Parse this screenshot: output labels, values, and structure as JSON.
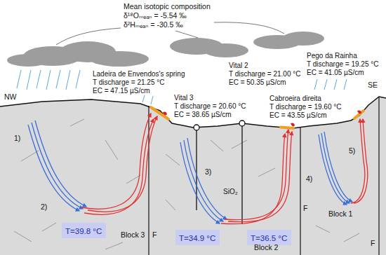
{
  "diagram": {
    "nodes": [
      {
        "text": [
          "T=39.8 °C"
        ]
      },
      {
        "text": [
          "T=34.9 °C"
        ]
      },
      {
        "text": [
          "T=36.5 °C"
        ]
      }
    ],
    "labels": [
      "Mean isotopic composition",
      "δ¹⁸Oₘₑₐₙ = -5.54 ‰",
      "δ²Hₘₑₐₙ = -30.5 ‰",
      "NW",
      "Ladeira de Envendos's spring",
      "T discharge = 21.25 °C",
      "EC = 47.15 µS/cm",
      "Vital 2",
      "T discharge = 21.00 °C",
      "EC = 50.35 µS/cm",
      "Pego da Rainha",
      "T discharge = 19.25 °C",
      "EC = 41.05 µS/cm",
      "SE",
      "Vital 3",
      "T discharge = 20.60 °C",
      "EC = 38.65 µS/cm",
      "Cabroeira direita",
      "T discharge = 19.60 °C",
      "EC = 43.55 µS/cm",
      "1)",
      "2)",
      "3)",
      "SiO₂",
      "4)",
      "5)",
      "Block 3",
      "F",
      "Block 2",
      "F",
      "Block 1",
      "F"
    ]
  }
}
